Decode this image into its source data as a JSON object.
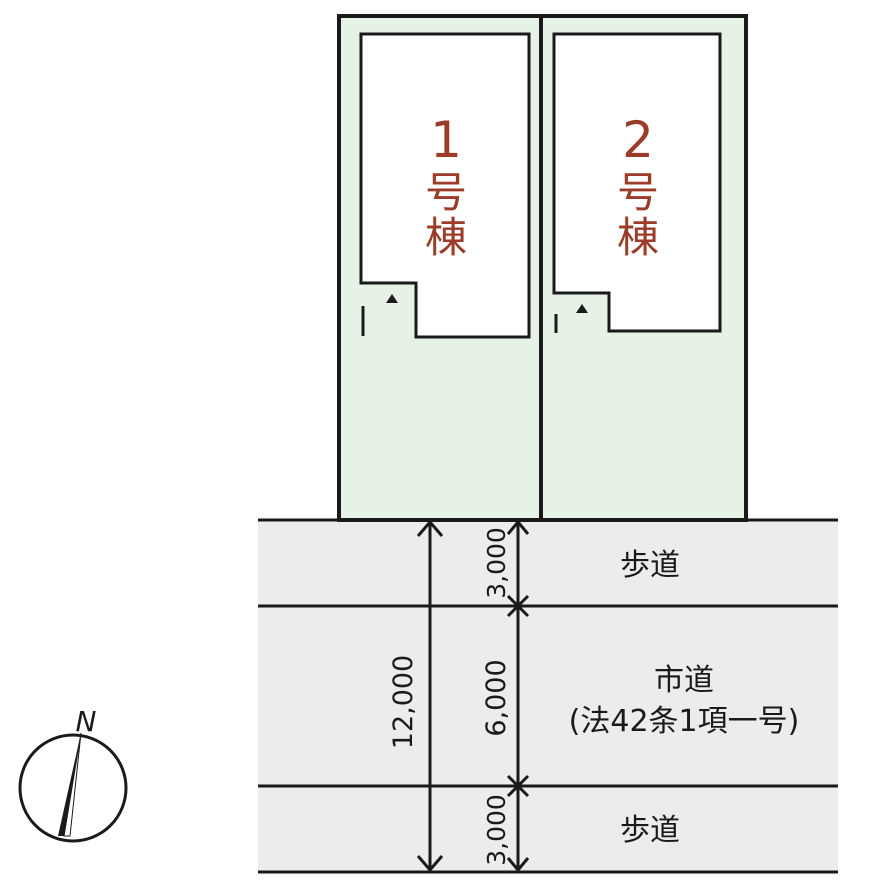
{
  "colors": {
    "lot_fill": "#e6f2e6",
    "road_fill": "#ececec",
    "line": "#1a1a1a",
    "building_text": "#9a3c28",
    "white": "#ffffff"
  },
  "buildings": [
    {
      "number": "1",
      "char1": "号",
      "char2": "棟",
      "entrance_icon": "triangle-marker-icon"
    },
    {
      "number": "2",
      "char1": "号",
      "char2": "棟",
      "entrance_icon": "triangle-marker-icon"
    }
  ],
  "roads": {
    "sidewalk_top": "歩道",
    "city_road_line1": "市道",
    "city_road_line2": "(法42条1項一号)",
    "sidewalk_bottom": "歩道"
  },
  "dimensions": {
    "total": "12,000",
    "sidewalk_top": "3,000",
    "city_road": "6,000",
    "sidewalk_bottom": "3,000"
  },
  "compass": {
    "label": "N",
    "icon": "north-arrow-icon"
  }
}
